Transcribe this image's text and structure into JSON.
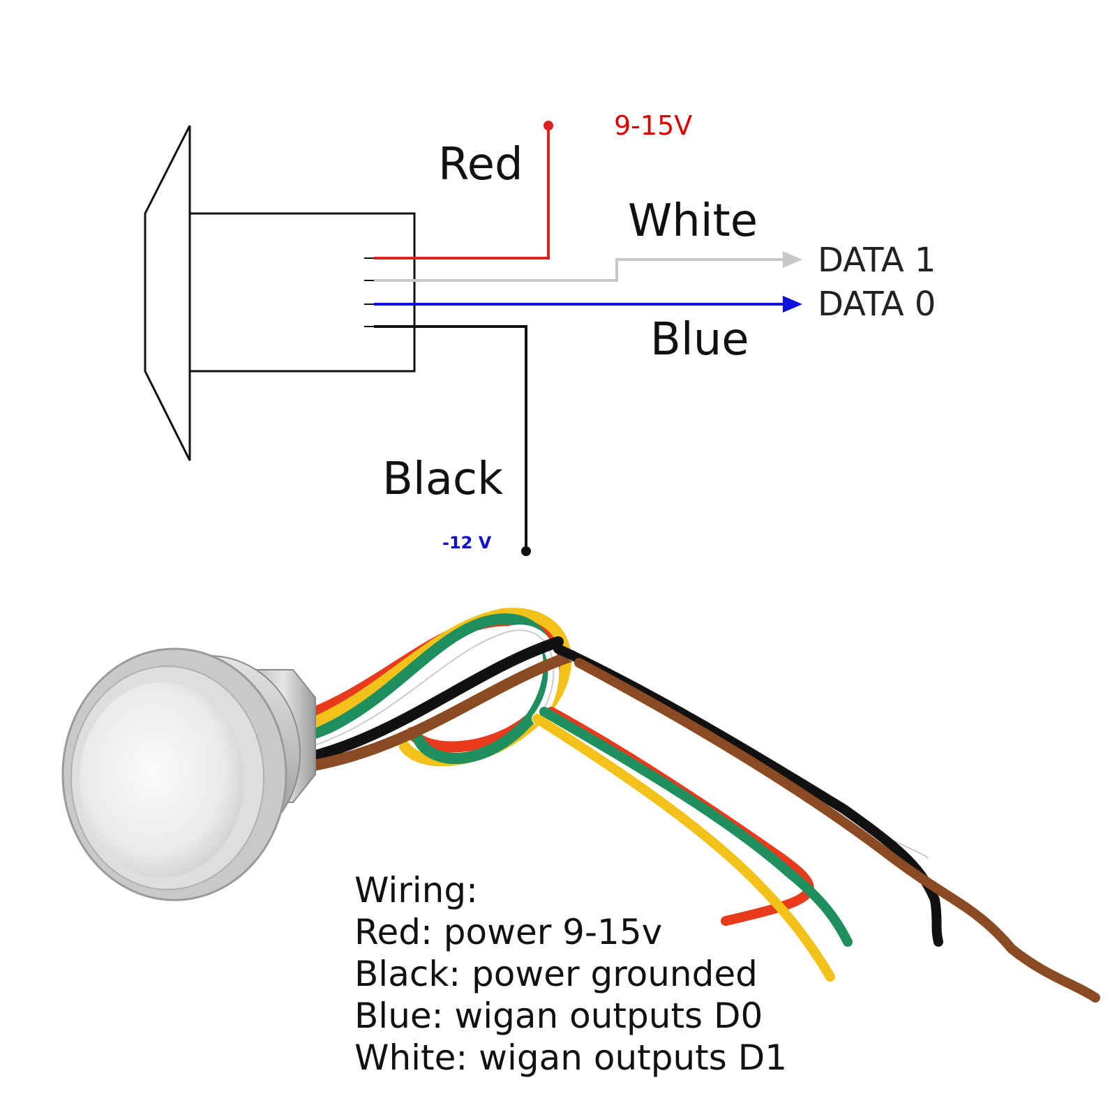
{
  "diagram": {
    "wires": {
      "red": {
        "label": "Red",
        "color": "#e02020",
        "voltage": "9-15V",
        "voltage_color": "#e00000"
      },
      "white": {
        "label": "White",
        "color": "#c8c8c8",
        "output": "DATA 1"
      },
      "blue": {
        "label": "Blue",
        "color": "#1010e0",
        "output": "DATA 0"
      },
      "black": {
        "label": "Black",
        "color": "#111111",
        "voltage": "-12 V",
        "voltage_color": "#1010d0"
      }
    }
  },
  "product": {
    "cable_colors": [
      "#e83a1c",
      "#f2c21a",
      "#1f8f5e",
      "#ffffff",
      "#111111",
      "#8a4a22"
    ]
  },
  "wiring_notes": {
    "heading": "Wiring:",
    "lines": [
      "Red: power 9-15v",
      "Black: power grounded",
      "Blue: wigan outputs D0",
      "White: wigan outputs D1"
    ]
  }
}
